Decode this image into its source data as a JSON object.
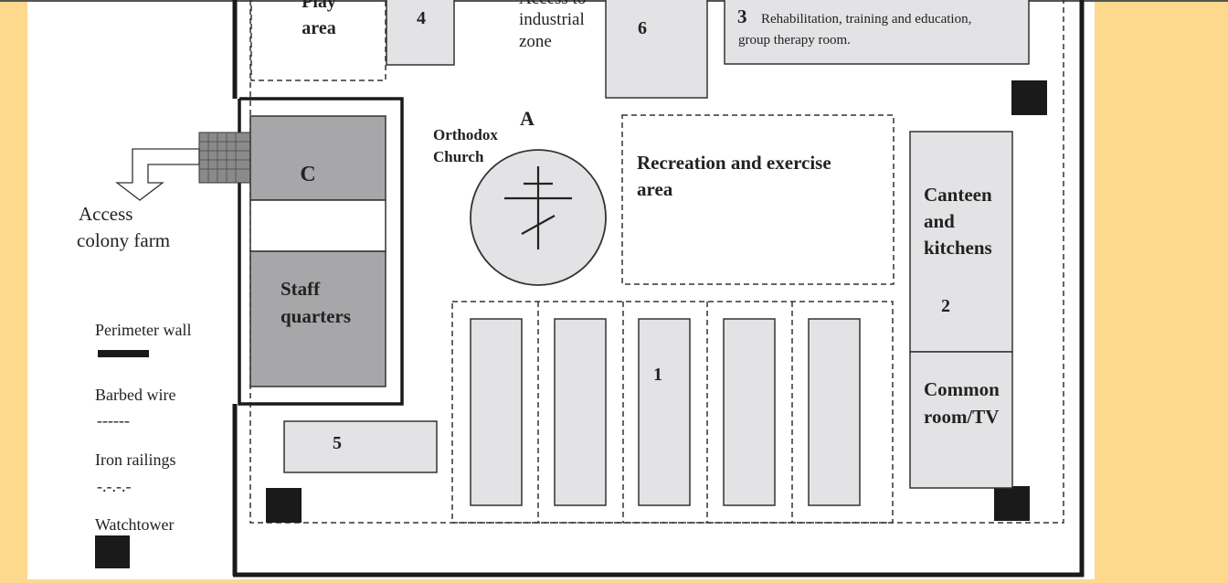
{
  "colors": {
    "background": "#fed88c",
    "paper": "#ffffff",
    "building_light": "#e3e3e5",
    "building_dark": "#a7a7a9",
    "ink": "#222222"
  },
  "zones": {
    "play_area": {
      "line1": "Play",
      "line2": "area"
    },
    "zone_4": "4",
    "industrial_access": {
      "line1": "Access to",
      "line2": "industrial",
      "line3": "zone"
    },
    "zone_6": "6",
    "zone_3": {
      "number": "3",
      "line1": "Rehabilitation, training and education,",
      "line2": "group therapy room."
    },
    "zone_a": "A",
    "church": {
      "line1": "Orthodox",
      "line2": "Church"
    },
    "recreation": {
      "line1": "Recreation and exercise",
      "line2": "area"
    },
    "canteen": {
      "line1": "Canteen",
      "line2": "and",
      "line3": "kitchens",
      "number": "2"
    },
    "common_room": {
      "line1": "Common",
      "line2": "room/TV"
    },
    "zone_c": "C",
    "staff": {
      "line1": "Staff",
      "line2": "quarters"
    },
    "zone_1": "1",
    "zone_5": "5",
    "farm_access": {
      "line1": "Access",
      "line2": "colony farm"
    }
  },
  "legend": {
    "perimeter_wall": "Perimeter wall",
    "barbed_wire": "Barbed wire",
    "barbed_wire_symbol": "------",
    "iron_railings": "Iron railings",
    "iron_railings_symbol": "-.-.-.-",
    "watchtower": "Watchtower"
  }
}
